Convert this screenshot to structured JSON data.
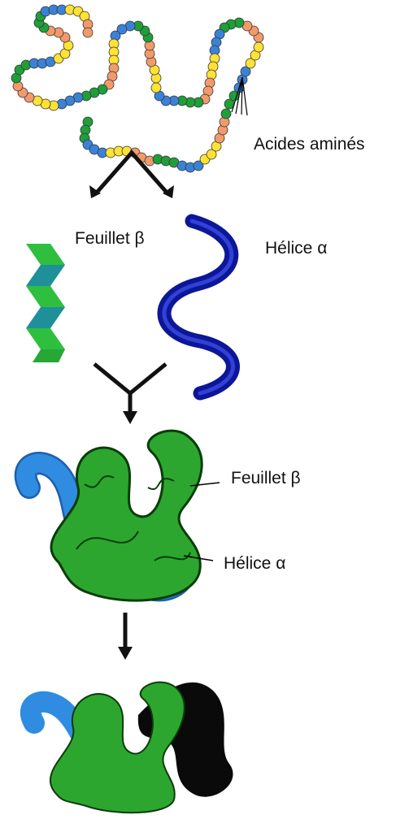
{
  "labels": {
    "amino_acids": "Acides aminés",
    "sheet_top": "Feuillet β",
    "helix_top": "Hélice α",
    "sheet_tertiary": "Feuillet β",
    "helix_tertiary": "Hélice α"
  },
  "colors": {
    "bead_palette": [
      "#1f9e3a",
      "#3b82d6",
      "#ffe233",
      "#f29a6b"
    ],
    "sheet_green": "#2fbf3f",
    "sheet_teal": "#1f8f9a",
    "helix_blue": "#1423b8",
    "tertiary_green": "#2da62f",
    "tertiary_blue": "#2f8ce0",
    "quaternary_black": "#0a0a0a"
  }
}
